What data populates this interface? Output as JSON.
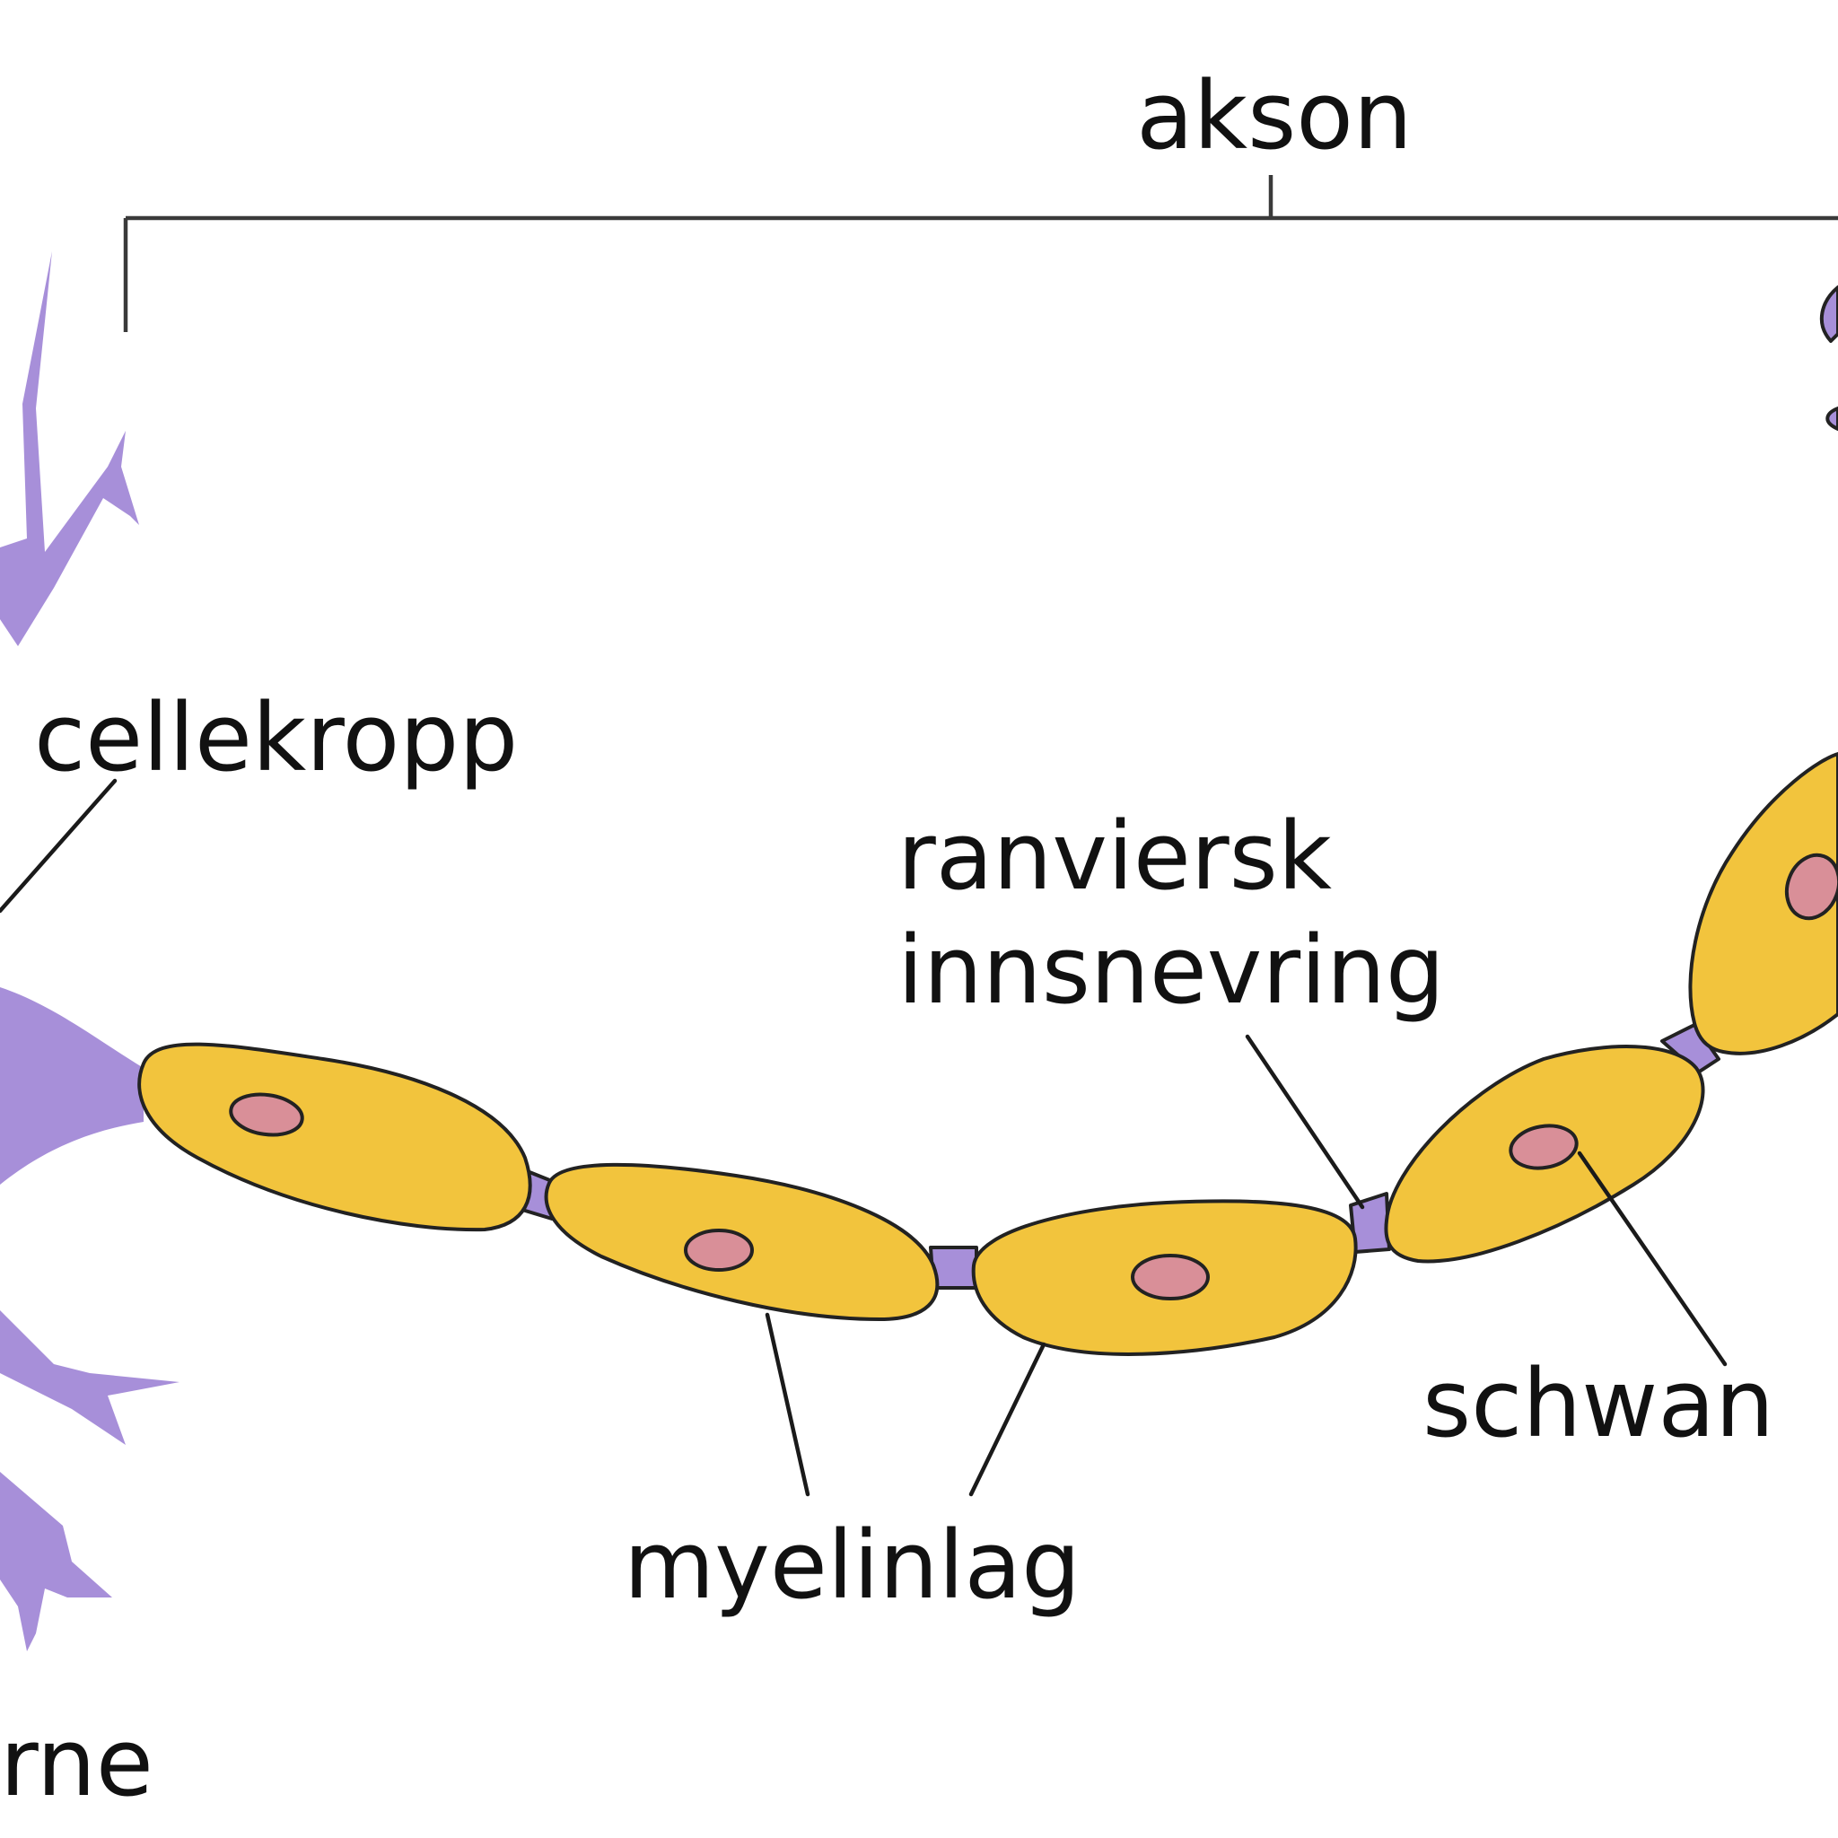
{
  "labels": {
    "axon": "akson",
    "cell_body": "cellekropp",
    "node_of_ranvier_line1": "ranviersk",
    "node_of_ranvier_line2": "innsnevring",
    "schwann_cell": "schwan",
    "myelin_sheath": "myelinlag",
    "dendrites": "rne"
  },
  "colors": {
    "neuron_body": "#a78fd9",
    "myelin_fill": "#f2c43d",
    "nucleus_fill": "#d98f98",
    "outline": "#222222",
    "text": "#111111",
    "background": "#ffffff"
  }
}
